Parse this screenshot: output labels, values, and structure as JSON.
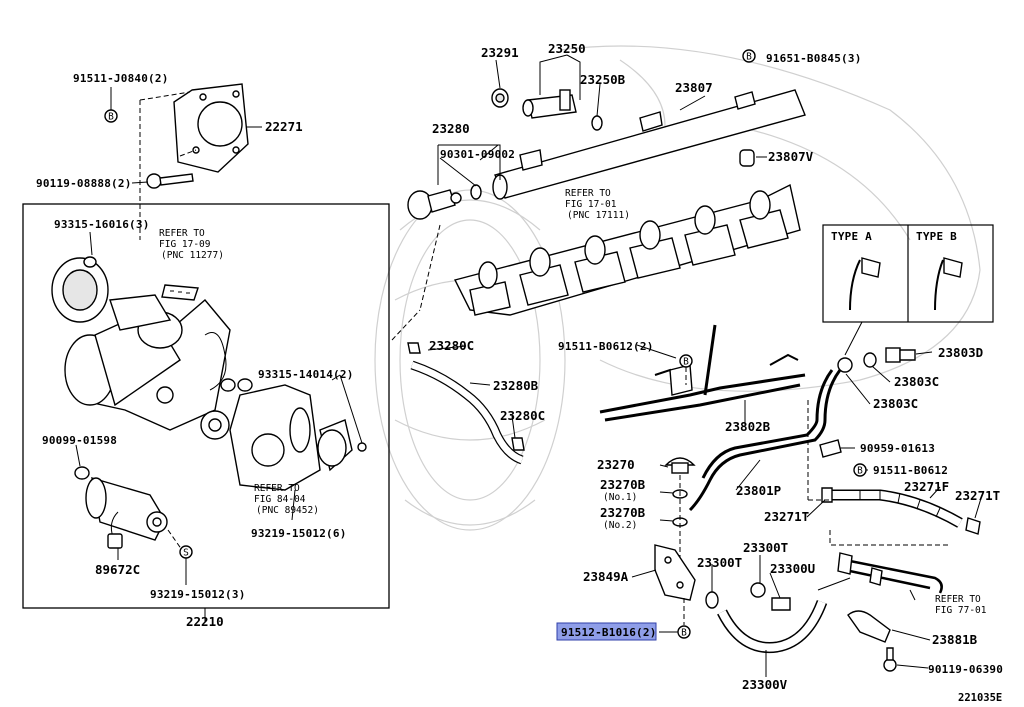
{
  "diagram_code": "221035E",
  "legend": {
    "type_a": "TYPE A",
    "type_b": "TYPE B"
  },
  "refer_notes": [
    {
      "line1": "REFER TO",
      "line2": "FIG 17-09",
      "line3": "(PNC 11277)"
    },
    {
      "line1": "REFER TO",
      "line2": "FIG 17-01",
      "line3": "(PNC 17111)"
    },
    {
      "line1": "REFER TO",
      "line2": "FIG 84-04",
      "line3": "(PNC 89452)"
    },
    {
      "line1": "REFER TO",
      "line2": "FIG 77-01",
      "line3": ""
    }
  ],
  "parts": {
    "p91511_j0840": "91511-J0840(2)",
    "p22271": "22271",
    "p90119_08888": "90119-08888(2)",
    "p93315_16016": "93315-16016(3)",
    "p93315_14014": "93315-14014(2)",
    "p90099_01598": "90099-01598",
    "p89672c": "89672C",
    "p93219_15012_6": "93219-15012(6)",
    "p93219_15012_3": "93219-15012(3)",
    "p22210": "22210",
    "p23291": "23291",
    "p23250": "23250",
    "p23250b": "23250B",
    "p91651_b0845": "91651-B0845(3)",
    "p23807": "23807",
    "p23280": "23280",
    "p90301_09002": "90301-09002",
    "p23807v": "23807V",
    "p23280c_top": "23280C",
    "p23280b": "23280B",
    "p23280c_bottom": "23280C",
    "p91511_b0612_2": "91511-B0612(2)",
    "p23802b": "23802B",
    "p23803d": "23803D",
    "p23803c_a": "23803C",
    "p23803c_b": "23803C",
    "p90959_01613": "90959-01613",
    "p91511_b0612": "91511-B0612",
    "p23270": "23270",
    "p23270b_1": "23270B",
    "no1": "(No.1)",
    "p23270b_2": "23270B",
    "no2": "(No.2)",
    "p23801p": "23801P",
    "p23271f": "23271F",
    "p23271t_a": "23271T",
    "p23271t_b": "23271T",
    "p23849a": "23849A",
    "p23300t_a": "23300T",
    "p23300t_b": "23300T",
    "p23300u": "23300U",
    "p91512_b1016": "91512-B1016(2)",
    "p23881b": "23881B",
    "p90119_06390": "90119-06390",
    "p23300v": "23300V"
  },
  "symbols": {
    "b": "B",
    "s": "S"
  }
}
